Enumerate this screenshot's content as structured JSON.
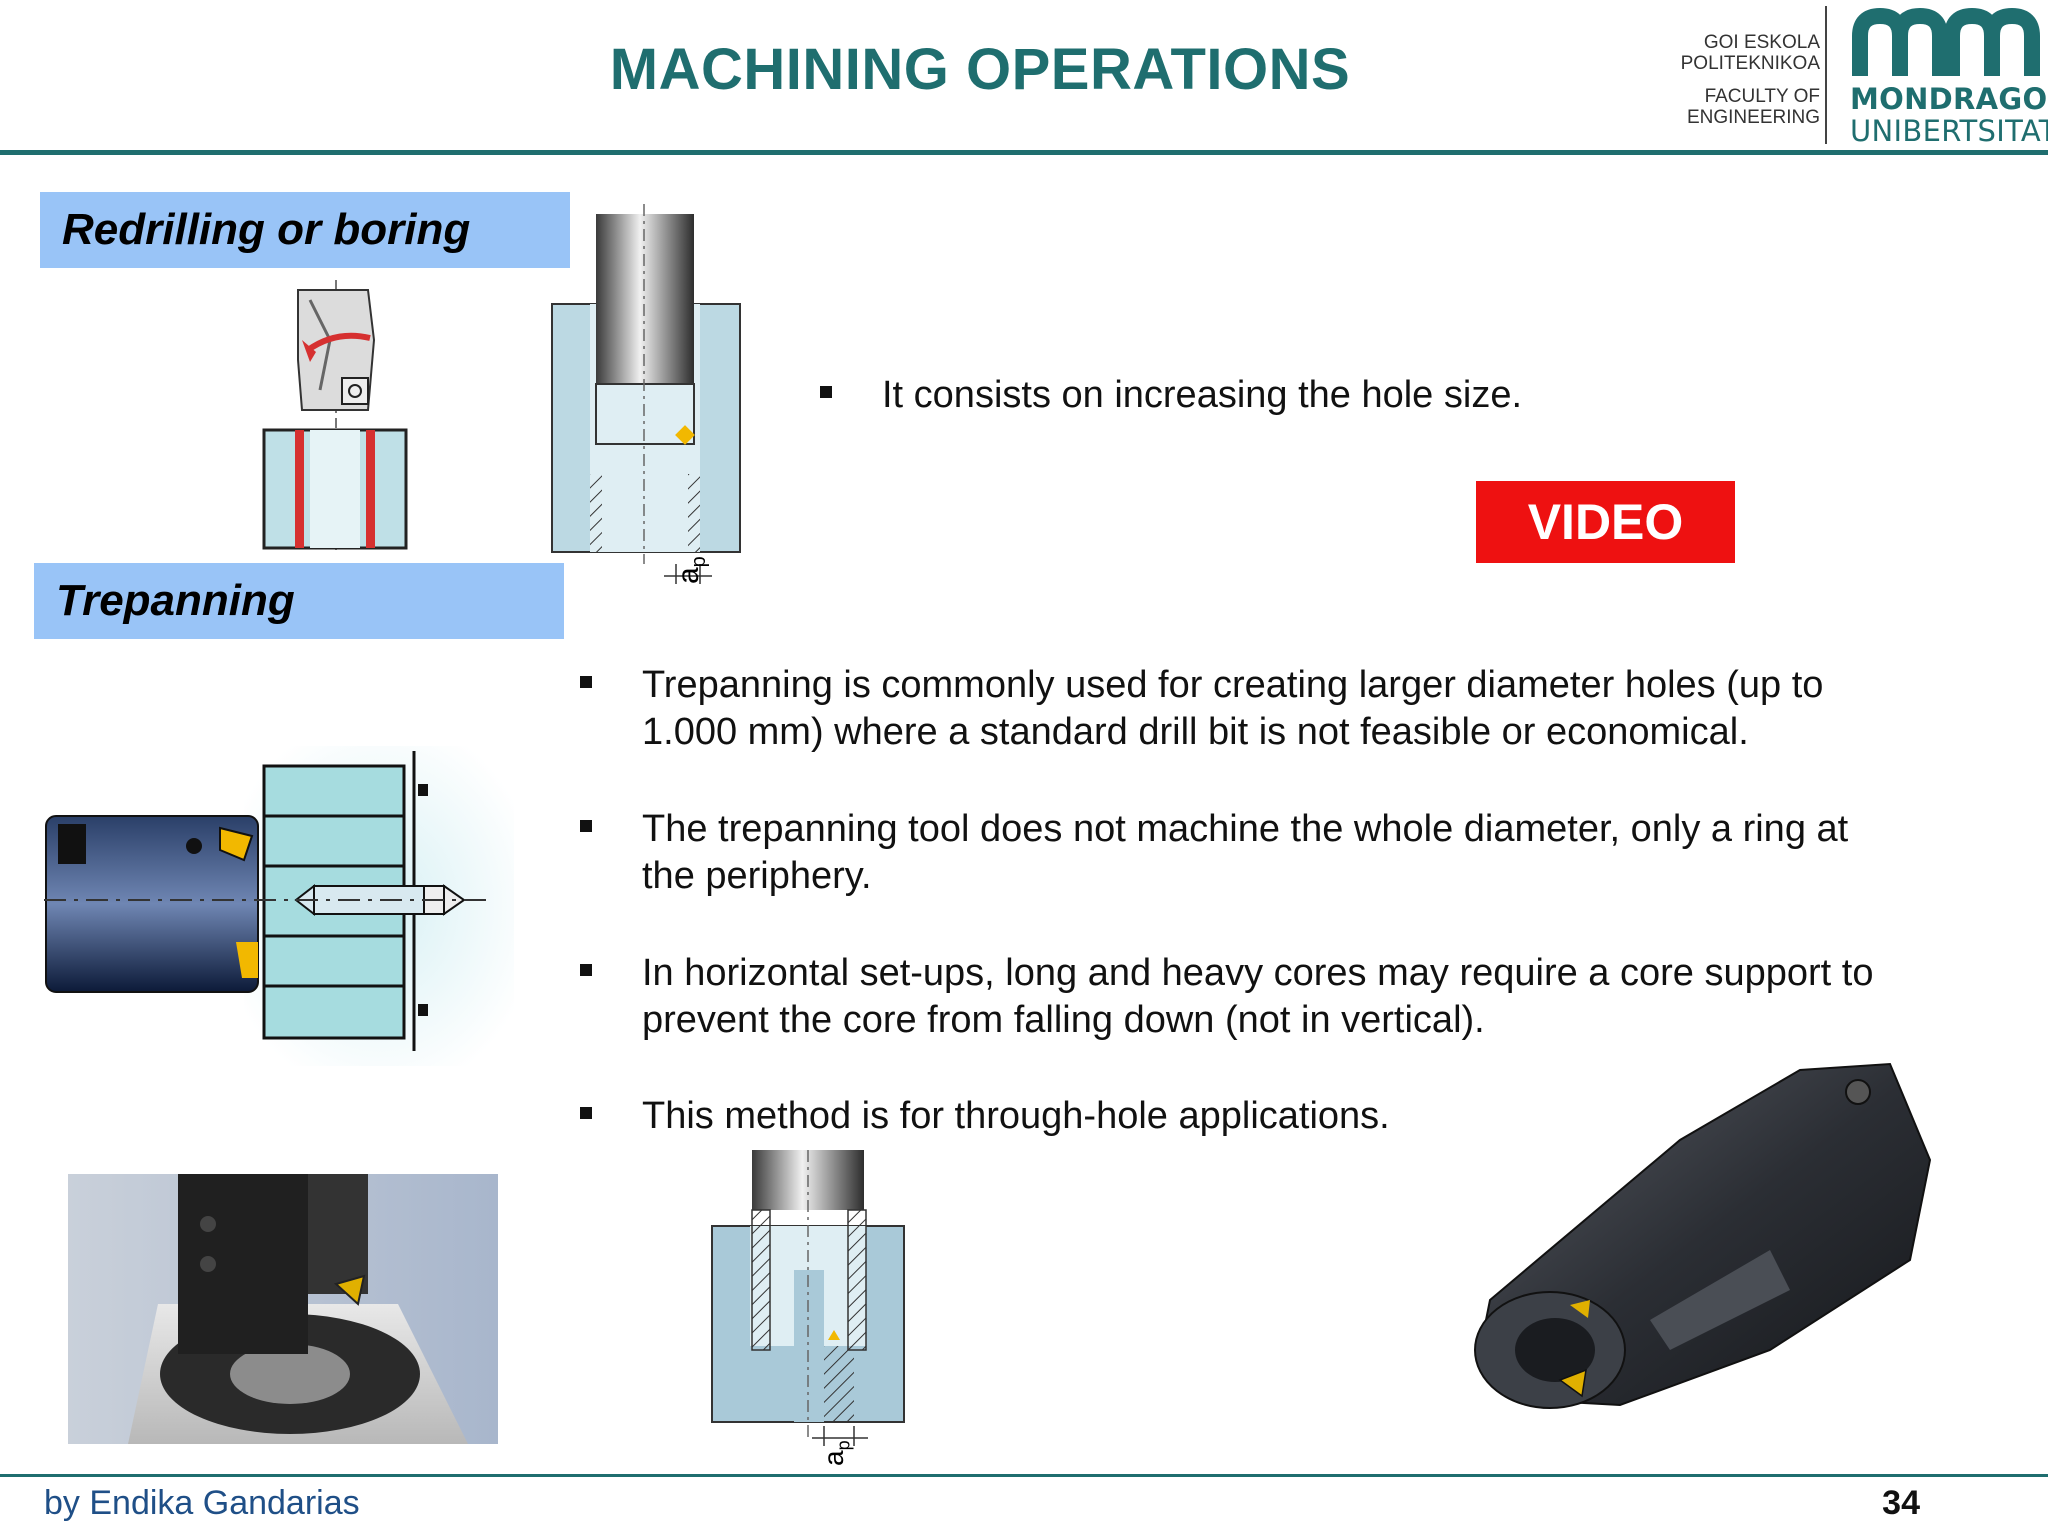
{
  "header": {
    "title": "MACHINING OPERATIONS",
    "logo": {
      "school_line1": "GOI ESKOLA",
      "school_line2": "POLITEKNIKOA",
      "faculty_line1": "FACULTY OF",
      "faculty_line2": "ENGINEERING",
      "university_line1": "MONDRAGON",
      "university_line2": "UNIBERTSITATEA"
    }
  },
  "sections": {
    "redrilling": {
      "label": "Redrilling or boring",
      "bullets": [
        "It consists on increasing the hole size."
      ],
      "diagram_label": "a",
      "diagram_sub": "p"
    },
    "trepanning": {
      "label": "Trepanning",
      "bullets": [
        {
          "line1": "Trepanning is commonly used for creating larger diameter holes (up to",
          "line2": "1.000 mm) where a standard drill bit is not feasible or economical."
        },
        {
          "line1": "The trepanning tool does not machine the whole diameter, only a ring at",
          "line2": "the periphery."
        },
        {
          "line1": "In horizontal set-ups, long and heavy cores may require a core support to",
          "line2": "prevent the core from falling down (not in vertical)."
        },
        {
          "line1": "This method is for through-hole applications.",
          "line2": ""
        }
      ],
      "diagram_label": "a",
      "diagram_sub": "p"
    }
  },
  "video_button": {
    "label": "VIDEO"
  },
  "footer": {
    "author": "by Endika Gandarias",
    "page": "34"
  },
  "colors": {
    "brand": "#1f6e6f",
    "label_bg": "#99c4f7",
    "video": "#ee1111"
  }
}
